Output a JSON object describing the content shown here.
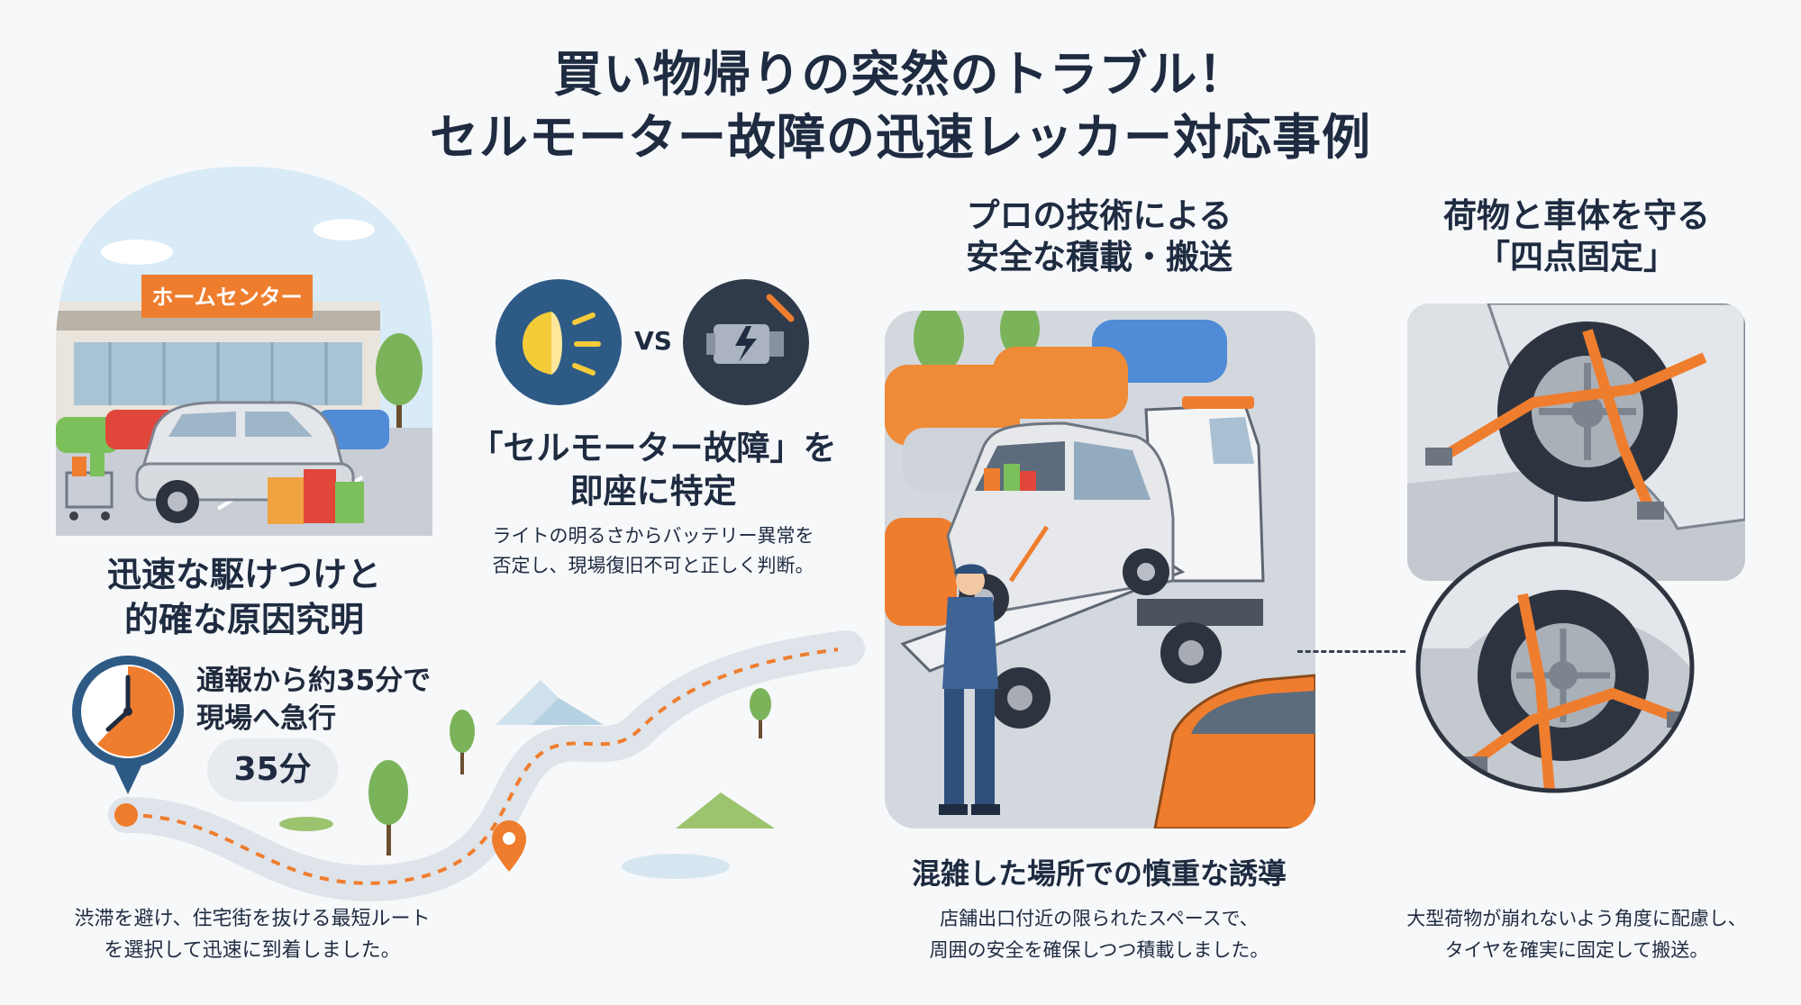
{
  "title": {
    "line1": "買い物帰りの突然のトラブル！",
    "line2": "セルモーター故障の迅速レッカー対応事例"
  },
  "section1": {
    "store_sign": "ホームセンター",
    "heading_line1": "迅速な駆けつけと",
    "heading_line2": "的確な原因究明",
    "callout_line1": "通報から約35分で",
    "callout_line2": "現場へ急行",
    "time_badge": "35分",
    "caption_line1": "渋滞を避け、住宅街を抜ける最短ルート",
    "caption_line2": "を選択して迅速に到着しました。"
  },
  "section2": {
    "vs_label": "VS",
    "heading_line1": "「セルモーター故障」を",
    "heading_line2": "即座に特定",
    "caption_line1": "ライトの明るさからバッテリー異常を",
    "caption_line2": "否定し、現場復旧不可と正しく判断。"
  },
  "section3": {
    "heading_line1": "プロの技術による",
    "heading_line2": "安全な積載・搬送",
    "subheading": "混雑した場所での慎重な誘導",
    "caption_line1": "店舗出口付近の限られたスペースで、",
    "caption_line2": "周囲の安全を確保しつつ積載しました。"
  },
  "section4": {
    "heading_line1": "荷物と車体を守る",
    "heading_line2": "「四点固定」",
    "caption_line1": "大型荷物が崩れないよう角度に配慮し、",
    "caption_line2": "タイヤを確実に固定して搬送。"
  },
  "colors": {
    "navy": "#1e2b40",
    "orange": "#ef7d2e",
    "sky": "#cfe4f3",
    "gray": "#c9ced6"
  }
}
